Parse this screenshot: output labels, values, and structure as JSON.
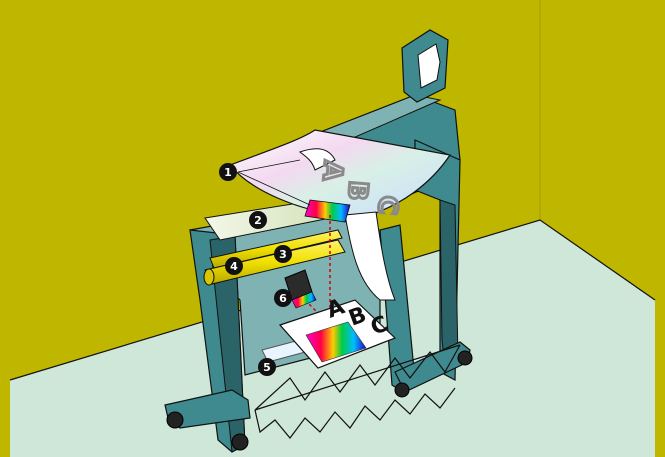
{
  "colors": {
    "wall": "#bfb600",
    "floor": "#cfe7d8",
    "body": "#3f8a8e",
    "body_dark": "#2a6468",
    "body_light": "#7fb3b3",
    "paper": "#ffffff",
    "platen": "#e8f2c8",
    "roller": "#f0e000",
    "arrow": "#d40000",
    "callout": "#111111"
  },
  "sheet_letters": [
    "A",
    "B",
    "C"
  ],
  "print_letters": [
    "A",
    "B",
    "C"
  ],
  "callouts": [
    {
      "id": "1",
      "label": "1",
      "part": "paper-sheet"
    },
    {
      "id": "2",
      "label": "2",
      "part": "glass-platen"
    },
    {
      "id": "3",
      "label": "3",
      "part": "light-rod"
    },
    {
      "id": "4",
      "label": "4",
      "part": "feed-roller"
    },
    {
      "id": "5",
      "label": "5",
      "part": "scan-sensor"
    },
    {
      "id": "6",
      "label": "6",
      "part": "print-head"
    }
  ]
}
